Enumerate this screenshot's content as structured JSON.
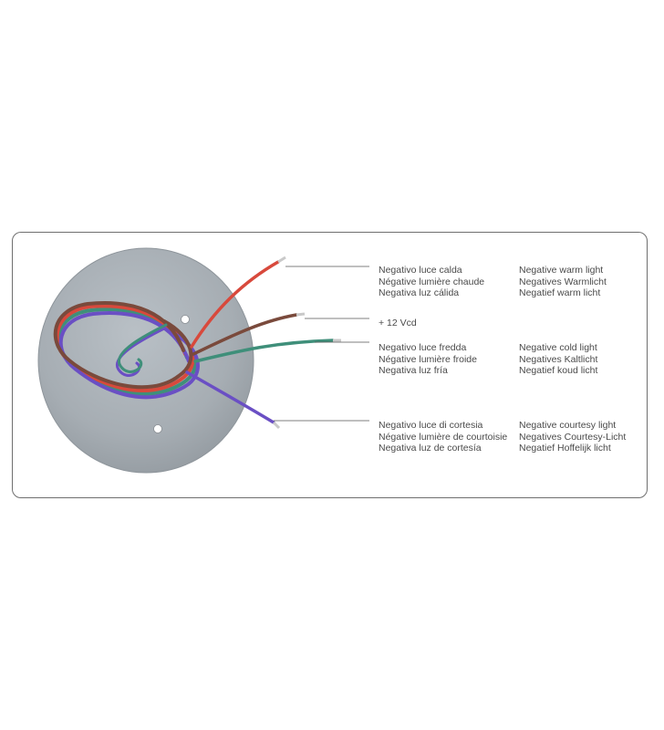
{
  "wires": [
    {
      "id": "warm",
      "color": "#d8493c",
      "labels_it_fr_es": [
        "Negativo luce calda",
        "Négative lumière chaude",
        "Negativa luz cálida"
      ],
      "labels_en_de_nl": [
        "Negative warm light",
        "Negatives Warmlicht",
        "Negatief warm licht"
      ]
    },
    {
      "id": "positive",
      "color": "#7a4a3c",
      "labels_it_fr_es": [
        "+ 12 Vcd"
      ],
      "labels_en_de_nl": []
    },
    {
      "id": "cold",
      "color": "#3f8f7a",
      "labels_it_fr_es": [
        "Negativo luce fredda",
        "Négative lumière froide",
        "Negativa luz fría"
      ],
      "labels_en_de_nl": [
        "Negative cold light",
        "Negatives Kaltlicht",
        "Negatief koud licht"
      ]
    },
    {
      "id": "courtesy",
      "color": "#6a4fc4",
      "labels_it_fr_es": [
        "Negativo luce di cortesia",
        "Négative lumière de courtoisie",
        "Negativa luz de cortesía"
      ],
      "labels_en_de_nl": [
        "Negative courtesy light",
        "Negatives Courtesy-Licht",
        "Negatief Hoffelijk licht"
      ]
    }
  ],
  "colors": {
    "plate": "#a7aeb4",
    "plate_edge": "#8e959b",
    "frame": "#6f6f6f",
    "text": "#4a4a4a",
    "leader": "#555555"
  }
}
